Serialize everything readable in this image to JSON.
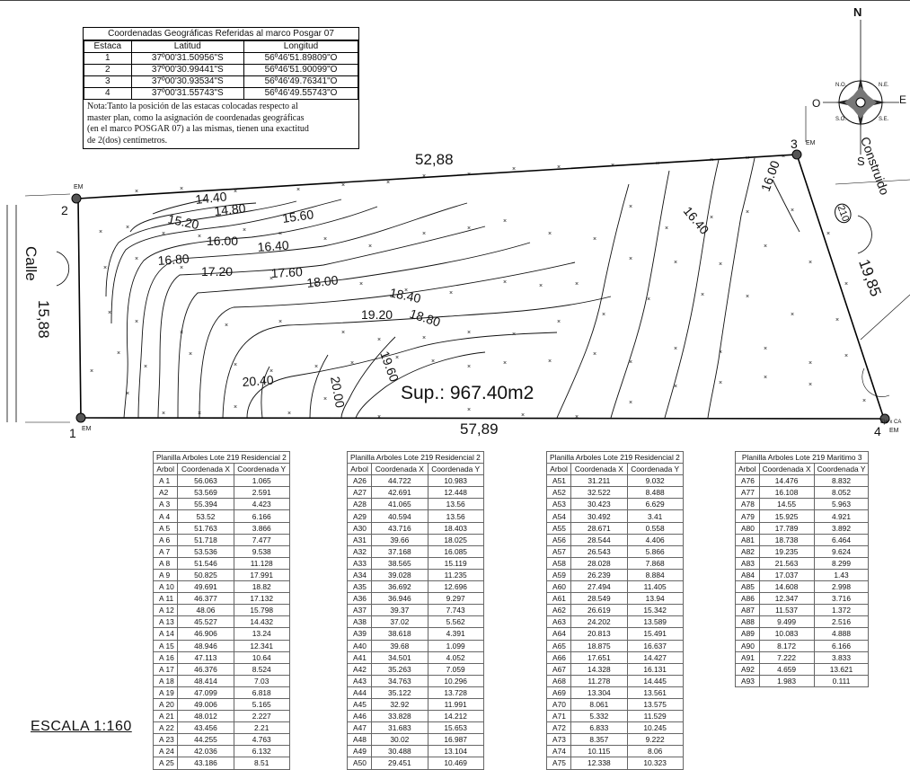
{
  "coord_box": {
    "title": "Coordenadas Geográficas Referidas al marco Posgar 07",
    "headers": [
      "Estaca",
      "Latitud",
      "Longitud"
    ],
    "rows": [
      [
        "1",
        "37º00'31.50956\"S",
        "56º46'51.89809\"O"
      ],
      [
        "2",
        "37º00'30.99441\"S",
        "56º46'51.90099\"O"
      ],
      [
        "3",
        "37º00'30.93534\"S",
        "56º46'49.76341\"O"
      ],
      [
        "4",
        "37º00'31.55743\"S",
        "56º46'49.55743\"O"
      ]
    ],
    "note_lines": [
      "Nota:Tanto la posición de las estacas colocadas respecto al",
      "master plan, como la asignación de coordenadas geográficas",
      " (en el marco POSGAR 07) a las mismas, tienen una exactitud",
      "de 2(dos) centímetros."
    ]
  },
  "plan": {
    "dim_top": "52,88",
    "dim_bottom": "57,89",
    "dim_left": "15,88",
    "dim_right": "19,85",
    "street": "Calle",
    "built": "Construido",
    "lot": "210",
    "area": "Sup.: 967.40m2",
    "stake_labels": [
      "1",
      "2",
      "3",
      "4"
    ],
    "em": "EM",
    "eje_ca": "Eje x CA",
    "north": "N",
    "south": "S",
    "east": "E",
    "west": "O",
    "ne": "N.E.",
    "no": "N.O.",
    "se": "S.E.",
    "so": "S.O.",
    "contours": [
      "14.40",
      "14.80",
      "15.20",
      "15.60",
      "16.00",
      "16.40",
      "16.80",
      "17.20",
      "17.60",
      "18.00",
      "18.40",
      "18.80",
      "19.20",
      "19.60",
      "20.00",
      "20.40",
      "16.00",
      "16.40"
    ]
  },
  "tables": [
    {
      "title": "Planilla Arboles Lote 219 Residencial 2",
      "headers": [
        "Arbol",
        "Coordenada X",
        "Coordenada Y"
      ],
      "rows": [
        [
          "A 1",
          "56.063",
          "1.065"
        ],
        [
          "A2",
          "53.569",
          "2.591"
        ],
        [
          "A 3",
          "55.394",
          "4.423"
        ],
        [
          "A 4",
          "53.52",
          "6.166"
        ],
        [
          "A 5",
          "51.763",
          "3.866"
        ],
        [
          "A 6",
          "51.718",
          "7.477"
        ],
        [
          "A 7",
          "53.536",
          "9.538"
        ],
        [
          "A 8",
          "51.546",
          "11.128"
        ],
        [
          "A 9",
          "50.825",
          "17.991"
        ],
        [
          "A 10",
          "49.691",
          "18.82"
        ],
        [
          "A 11",
          "46.377",
          "17.132"
        ],
        [
          "A 12",
          "48.06",
          "15.798"
        ],
        [
          "A 13",
          "45.527",
          "14.432"
        ],
        [
          "A 14",
          "46.906",
          "13.24"
        ],
        [
          "A 15",
          "48.946",
          "12.341"
        ],
        [
          "A 16",
          "47.113",
          "10.64"
        ],
        [
          "A 17",
          "46.376",
          "8.524"
        ],
        [
          "A 18",
          "48.414",
          "7.03"
        ],
        [
          "A 19",
          "47.099",
          "6.818"
        ],
        [
          "A 20",
          "49.006",
          "5.165"
        ],
        [
          "A 21",
          "48.012",
          "2.227"
        ],
        [
          "A 22",
          "43.456",
          "2.21"
        ],
        [
          "A 23",
          "44.255",
          "4.763"
        ],
        [
          "A 24",
          "42.036",
          "6.132"
        ],
        [
          "A 25",
          "43.186",
          "8.51"
        ]
      ]
    },
    {
      "title": "Planilla Arboles Lote 219 Residencial 2",
      "headers": [
        "Arbol",
        "Coordenada X",
        "Coordenada Y"
      ],
      "rows": [
        [
          "A26",
          "44.722",
          "10.983"
        ],
        [
          "A27",
          "42.691",
          "12.448"
        ],
        [
          "A28",
          "41.065",
          "13.56"
        ],
        [
          "A29",
          "40.594",
          "13.56"
        ],
        [
          "A30",
          "43.716",
          "18.403"
        ],
        [
          "A31",
          "39.66",
          "18.025"
        ],
        [
          "A32",
          "37.168",
          "16.085"
        ],
        [
          "A33",
          "38.565",
          "15.119"
        ],
        [
          "A34",
          "39.028",
          "11.235"
        ],
        [
          "A35",
          "36.692",
          "12.696"
        ],
        [
          "A36",
          "36.946",
          "9.297"
        ],
        [
          "A37",
          "39.37",
          "7.743"
        ],
        [
          "A38",
          "37.02",
          "5.562"
        ],
        [
          "A39",
          "38.618",
          "4.391"
        ],
        [
          "A40",
          "39.68",
          "1.099"
        ],
        [
          "A41",
          "34.501",
          "4.052"
        ],
        [
          "A42",
          "35.263",
          "7.059"
        ],
        [
          "A43",
          "34.763",
          "10.296"
        ],
        [
          "A44",
          "35.122",
          "13.728"
        ],
        [
          "A45",
          "32.92",
          "11.991"
        ],
        [
          "A46",
          "33.828",
          "14.212"
        ],
        [
          "A47",
          "31.683",
          "15.653"
        ],
        [
          "A48",
          "30.02",
          "16.987"
        ],
        [
          "A49",
          "30.488",
          "13.104"
        ],
        [
          "A50",
          "29.451",
          "10.469"
        ]
      ]
    },
    {
      "title": "Planilla Arboles Lote 219 Residencial 2",
      "headers": [
        "Arbol",
        "Coordenada X",
        "Coordenada Y"
      ],
      "rows": [
        [
          "A51",
          "31.211",
          "9.032"
        ],
        [
          "A52",
          "32.522",
          "8.488"
        ],
        [
          "A53",
          "30.423",
          "6.629"
        ],
        [
          "A54",
          "30.492",
          "3.41"
        ],
        [
          "A55",
          "28.671",
          "0.558"
        ],
        [
          "A56",
          "28.544",
          "4.406"
        ],
        [
          "A57",
          "26.543",
          "5.866"
        ],
        [
          "A58",
          "28.028",
          "7.868"
        ],
        [
          "A59",
          "26.239",
          "8.884"
        ],
        [
          "A60",
          "27.494",
          "11.405"
        ],
        [
          "A61",
          "28.549",
          "13.94"
        ],
        [
          "A62",
          "26.619",
          "15.342"
        ],
        [
          "A63",
          "24.202",
          "13.589"
        ],
        [
          "A64",
          "20.813",
          "15.491"
        ],
        [
          "A65",
          "18.875",
          "16.637"
        ],
        [
          "A66",
          "17.651",
          "14.427"
        ],
        [
          "A67",
          "14.328",
          "16.131"
        ],
        [
          "A68",
          "11.278",
          "14.445"
        ],
        [
          "A69",
          "13.304",
          "13.561"
        ],
        [
          "A70",
          "8.061",
          "13.575"
        ],
        [
          "A71",
          "5.332",
          "11.529"
        ],
        [
          "A72",
          "6.833",
          "10.245"
        ],
        [
          "A73",
          "8.357",
          "9.222"
        ],
        [
          "A74",
          "10.115",
          "8.06"
        ],
        [
          "A75",
          "12.338",
          "10.323"
        ]
      ]
    },
    {
      "title": "Planilla Arboles Lote 219 Maritimo 3",
      "headers": [
        "Arbol",
        "Coordenada X",
        "Coordenada Y"
      ],
      "rows": [
        [
          "A76",
          "14.476",
          "8.832"
        ],
        [
          "A77",
          "16.108",
          "8.052"
        ],
        [
          "A78",
          "14.55",
          "5.963"
        ],
        [
          "A79",
          "15.925",
          "4.921"
        ],
        [
          "A80",
          "17.789",
          "3.892"
        ],
        [
          "A81",
          "18.738",
          "6.464"
        ],
        [
          "A82",
          "19.235",
          "9.624"
        ],
        [
          "A83",
          "21.563",
          "8.299"
        ],
        [
          "A84",
          "17.037",
          "1.43"
        ],
        [
          "A85",
          "14.608",
          "2.998"
        ],
        [
          "A86",
          "12.347",
          "3.716"
        ],
        [
          "A87",
          "11.537",
          "1.372"
        ],
        [
          "A88",
          "9.499",
          "2.516"
        ],
        [
          "A89",
          "10.083",
          "4.888"
        ],
        [
          "A90",
          "8.172",
          "6.166"
        ],
        [
          "A91",
          "7.222",
          "3.833"
        ],
        [
          "A92",
          "4.659",
          "13.621"
        ],
        [
          "A93",
          "1.983",
          "0.111"
        ]
      ]
    }
  ],
  "scale": "ESCALA 1:160"
}
